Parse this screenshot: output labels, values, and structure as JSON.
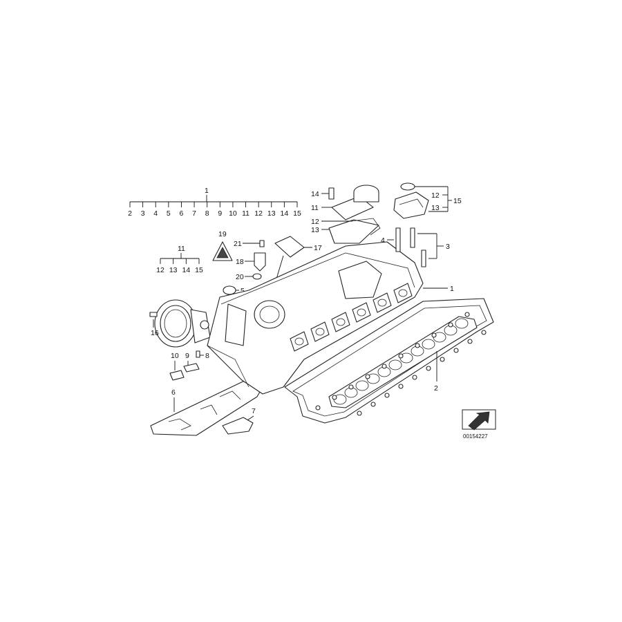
{
  "diagram": {
    "ref_number": "00154227",
    "labels": {
      "main_assembly": "1",
      "main_sub": [
        "2",
        "3",
        "4",
        "5",
        "6",
        "7",
        "8",
        "9",
        "10",
        "11",
        "12",
        "13",
        "14",
        "15"
      ],
      "set11": "11",
      "set11_sub": [
        "12",
        "13",
        "14",
        "15"
      ],
      "warning_19": "19",
      "p21": "21",
      "p18": "18",
      "p20": "20",
      "p5": "5",
      "p17": "17",
      "p16": "16",
      "p10": "10",
      "p9": "9",
      "p8": "8",
      "p6": "6",
      "p7": "7",
      "p14": "14",
      "p11": "11",
      "p12": "12",
      "p13": "13",
      "r12": "12",
      "r13": "13",
      "r15": "15",
      "p4": "4",
      "p3": "3",
      "p1": "1",
      "p2": "2"
    }
  }
}
